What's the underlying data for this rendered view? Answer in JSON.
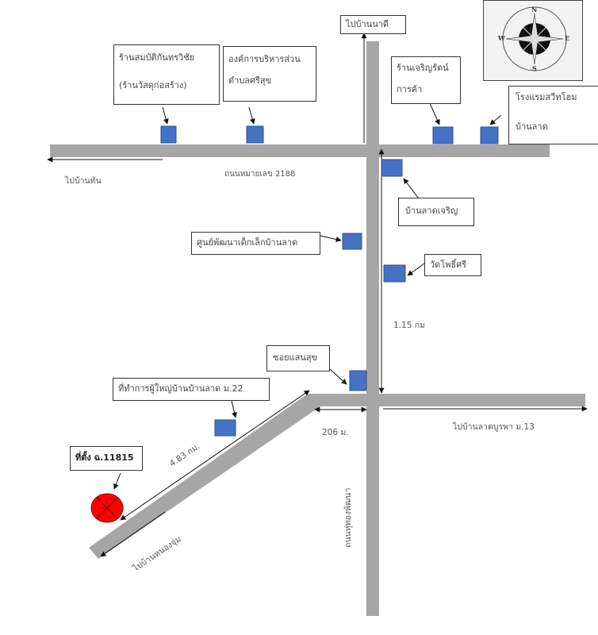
{
  "map": {
    "title": "แผนที่ตั้ง",
    "colors": {
      "road": "#a6a6a6",
      "landmark": "#4472c4",
      "landmark_border": "#2f528f",
      "site_marker": "#ff0000",
      "site_cross": "#8b0000",
      "label_border": "#333333",
      "arrow": "#111111"
    },
    "compass": {
      "icon": "compass-rose-icon",
      "n": "N",
      "s": "S",
      "e": "E",
      "w": "W"
    },
    "roads": {
      "main_horizontal": "ถนนหมายเลข 2188",
      "vertical_south": "ถนนหุ่ทองพัฒนา"
    },
    "directions": {
      "north": "ไปบ้านนาดี",
      "west": "ไปบ้านทัน",
      "east": "ไปบ้านลาดบูรพา ม.13",
      "southwest": "ไปบ้านหนองจุ่ม"
    },
    "distances": {
      "vertical": "1.15 กม",
      "short": "206 ม.",
      "diagonal": "4.83 กม."
    },
    "landmarks": [
      {
        "id": "shop-sombat",
        "line1": "ร้านสมบัติกันทรวิชัย",
        "line2": "(ร้านวัสดุก่อสร้าง)"
      },
      {
        "id": "sao",
        "line1": "องค์การบริหารส่วน",
        "line2": "ตำบลศรีสุข"
      },
      {
        "id": "shop-charoenrat",
        "line1": "ร้านเจริญรัตน์",
        "line2": "การค้า"
      },
      {
        "id": "hotel",
        "line1": "โรงแรมสวีทโฮม",
        "line2": "บ้านลาด"
      },
      {
        "id": "ban-lad-charoen",
        "line1": "บ้านลาดเจริญ"
      },
      {
        "id": "child-center",
        "line1": "ศูนย์พัฒนาเด็กเล็กบ้านลาด"
      },
      {
        "id": "wat-pho-si",
        "line1": "วัดโพธิ์ศรี"
      },
      {
        "id": "soi-saensuk",
        "line1": "ซอยแสนสุข"
      },
      {
        "id": "headman-office",
        "line1": "ที่ทำการผู้ใหญ่บ้านบ้านลาด ม.22"
      }
    ],
    "site": {
      "label": "ที่ตั้ง ฉ.11815",
      "icon": "site-marker-icon"
    }
  }
}
